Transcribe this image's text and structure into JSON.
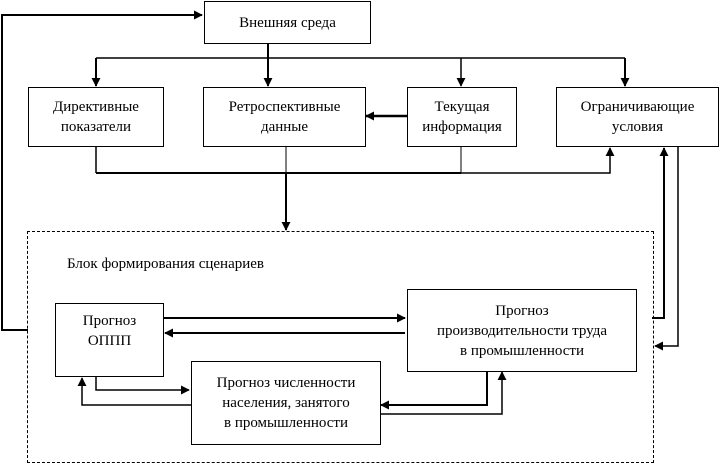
{
  "diagram": {
    "external_environment": "Внешняя среда",
    "directive_indicators": [
      "Директивные",
      "показатели"
    ],
    "retrospective_data": [
      "Ретроспективные",
      "данные"
    ],
    "current_information": [
      "Текущая",
      "информация"
    ],
    "constraints": [
      "Ограничивающие",
      "условия"
    ],
    "scenario_block_caption": "Блок формирования сценариев",
    "forecast_oppp": [
      "Прогноз",
      "ОППП"
    ],
    "forecast_productivity": [
      "Прогноз",
      "производительности труда",
      "в промышленности"
    ],
    "forecast_employment": [
      "Прогноз численности",
      "населения, занятого",
      "в промышленности"
    ]
  }
}
